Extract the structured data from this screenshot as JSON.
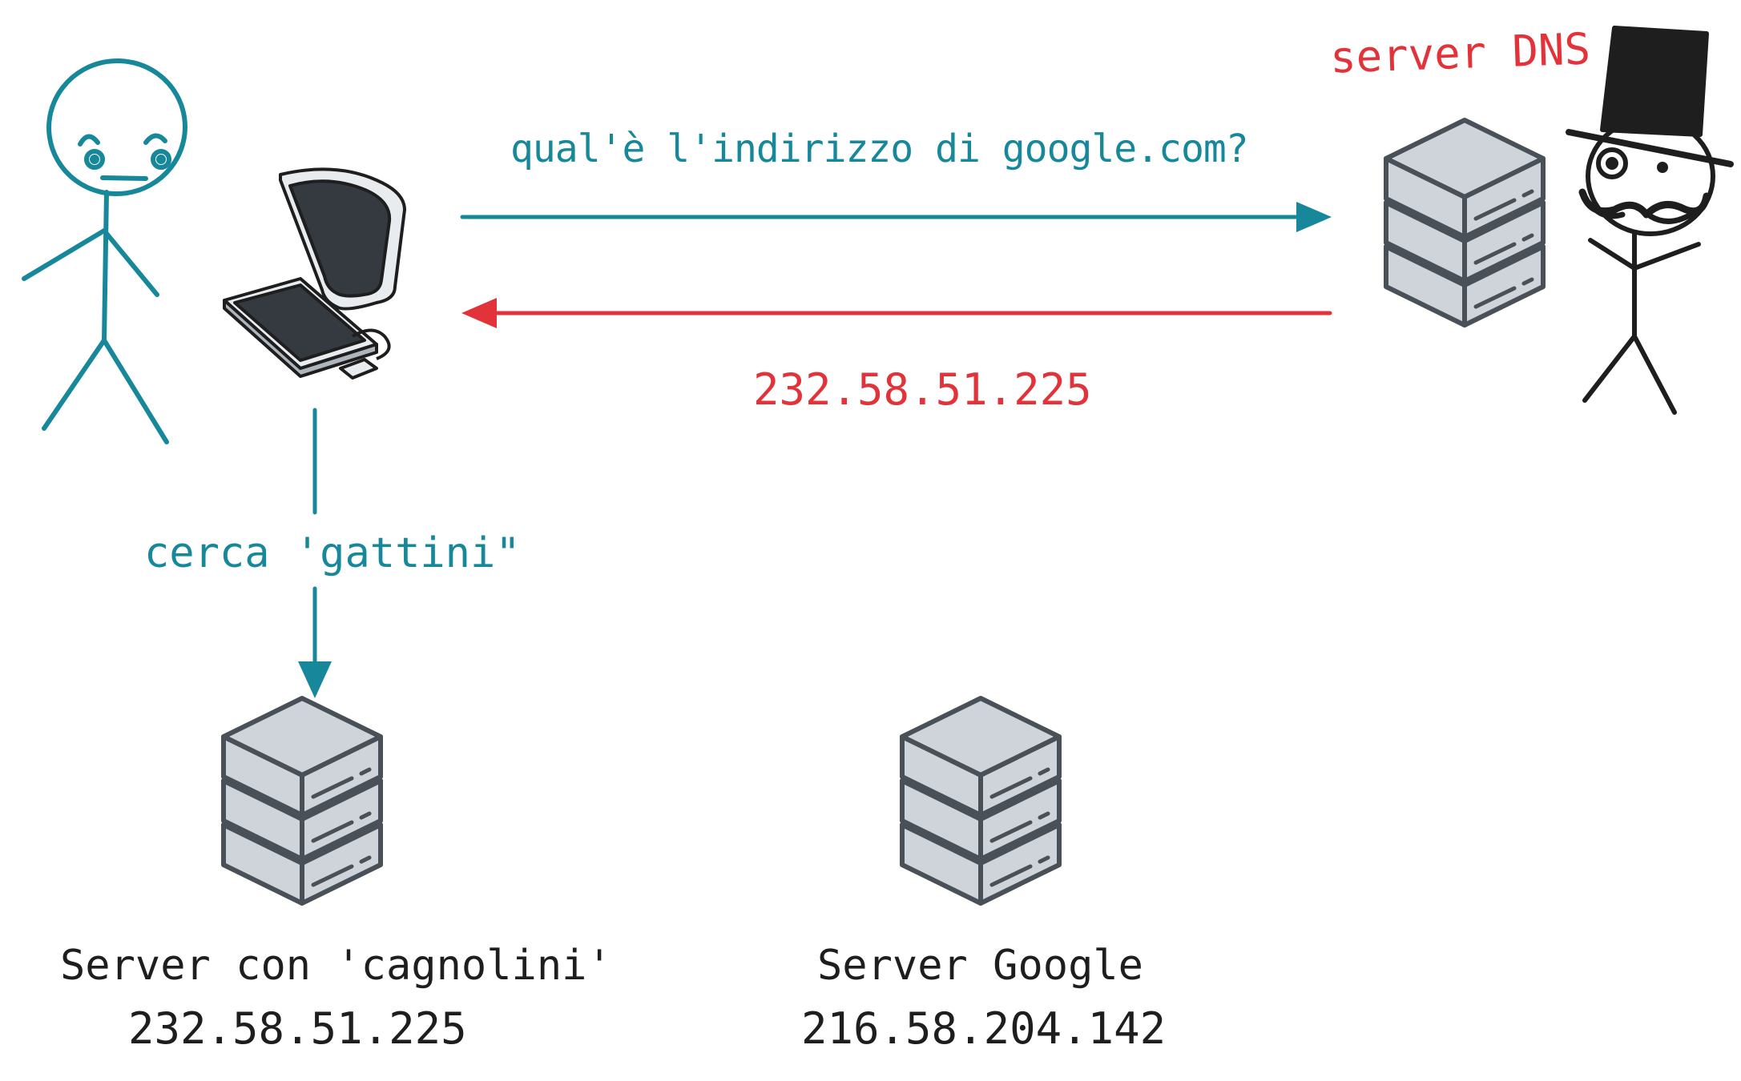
{
  "colors": {
    "teal": "#16889a",
    "red": "#e2333a",
    "ink": "#1e1e1e",
    "server_fill": "#ced4da",
    "server_stroke": "#495057"
  },
  "labels": {
    "dns_server": "server DNS",
    "query": "qual'è l'indirizzo di google.com?",
    "response_ip": "232.58.51.225",
    "search": "cerca 'gattini\"",
    "server_cagnolini_name": "Server con 'cagnolini'",
    "server_cagnolini_ip": "232.58.51.225",
    "server_google_name": "Server Google",
    "server_google_ip": "216.58.204.142"
  },
  "icons": {
    "user": "stick-figure-icon",
    "computer": "desktop-computer-icon",
    "dns_person": "top-hat-gentleman-icon",
    "server": "server-rack-icon"
  }
}
